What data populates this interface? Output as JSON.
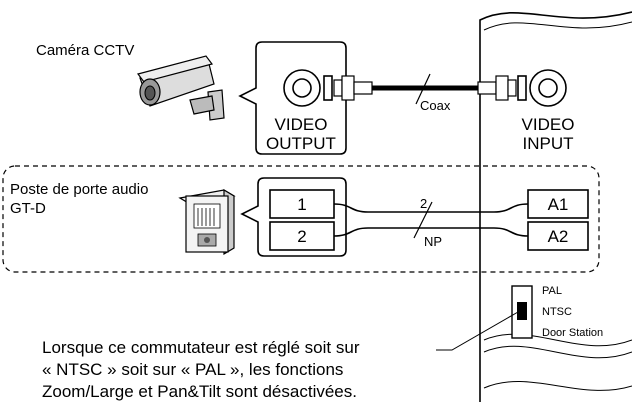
{
  "camera": {
    "label": "Caméra CCTV"
  },
  "camera_unit": {
    "video_output_line1": "VIDEO",
    "video_output_line2": "OUTPUT"
  },
  "cable_coax": {
    "label": "Coax"
  },
  "monitor_unit": {
    "video_input_line1": "VIDEO",
    "video_input_line2": "INPUT"
  },
  "door_station": {
    "label_line1": "Poste de porte audio",
    "label_line2": "GT-D",
    "terminal_1": "1",
    "terminal_2": "2"
  },
  "cable_np": {
    "conductor_count": "2",
    "label": "NP"
  },
  "monitor_terminals": {
    "a1": "A1",
    "a2": "A2"
  },
  "switch": {
    "option_pal": "PAL",
    "option_ntsc": "NTSC",
    "option_door": "Door Station"
  },
  "note": {
    "line1": "Lorsque ce commutateur est réglé soit sur",
    "line2": "« NTSC » soit sur « PAL », les fonctions",
    "line3": "Zoom/Large et Pan&Tilt sont désactivées."
  }
}
